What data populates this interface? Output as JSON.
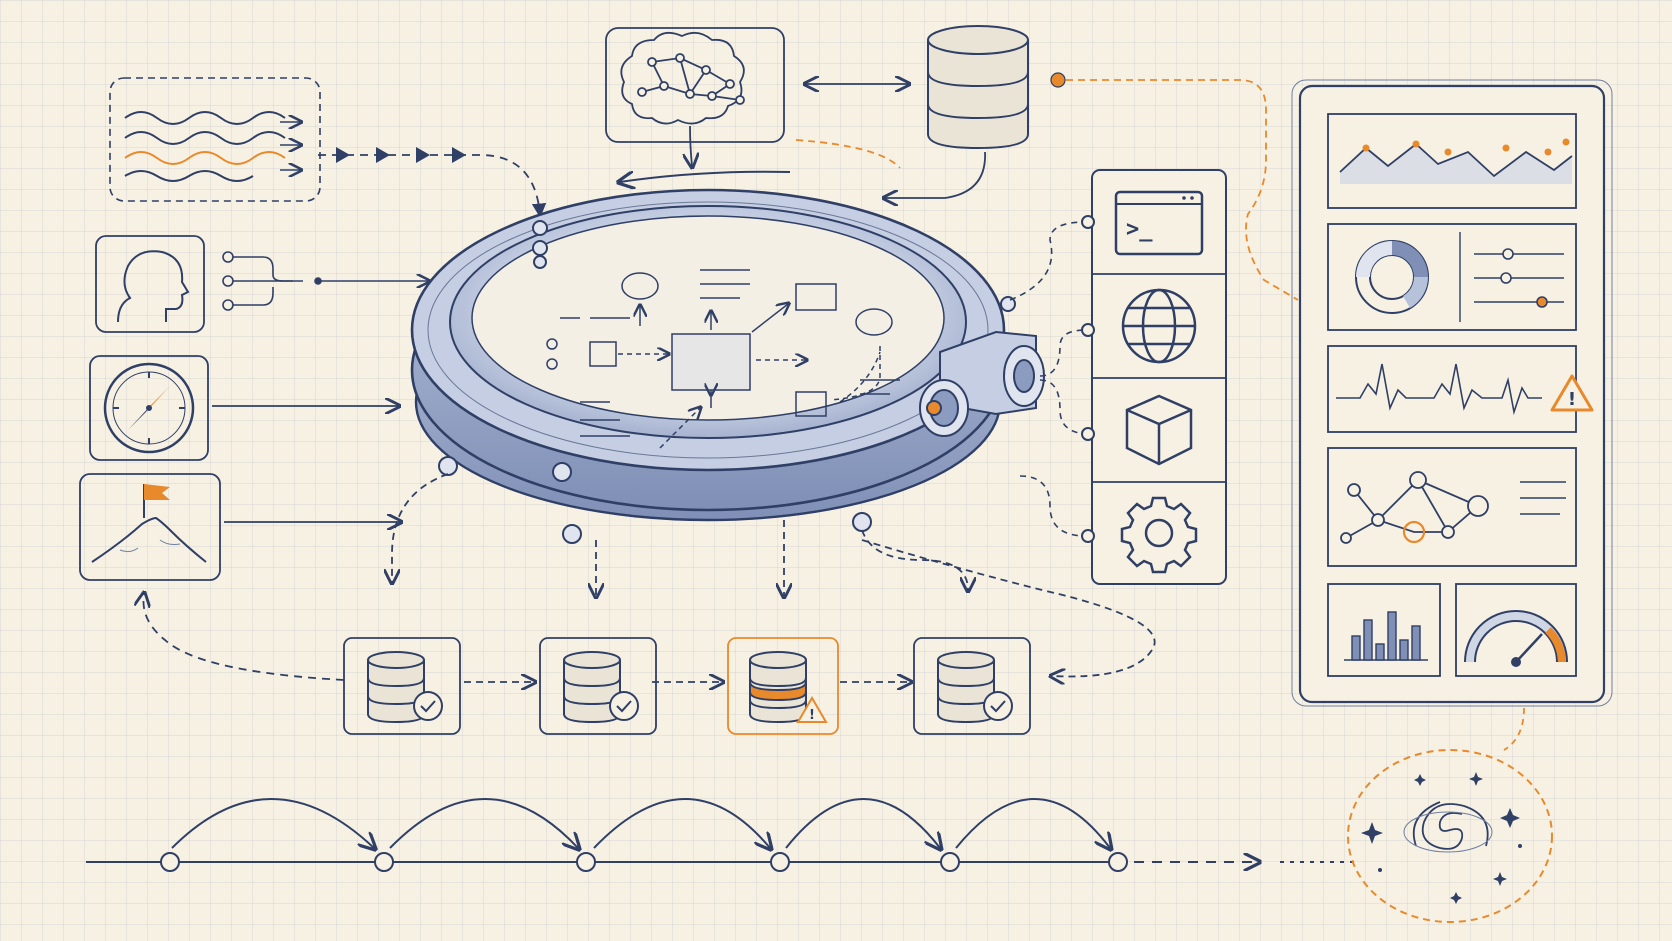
{
  "colors": {
    "ink": "#2f3f66",
    "ink_light": "#6f7fa3",
    "accent": "#e8892b",
    "paper": "#f7f1e3"
  },
  "inputs": [
    {
      "icon": "signal-waves-icon"
    },
    {
      "icon": "human-head-icon"
    },
    {
      "icon": "compass-icon"
    },
    {
      "icon": "mountain-flag-icon"
    }
  ],
  "core": {
    "icon": "ring-reactor",
    "center": "process-graph"
  },
  "top": [
    {
      "icon": "brain-network-icon"
    },
    {
      "icon": "database-icon"
    }
  ],
  "tool_panel": [
    {
      "icon": "terminal-icon",
      "glyph": ">_"
    },
    {
      "icon": "globe-icon"
    },
    {
      "icon": "cube-icon"
    },
    {
      "icon": "gear-icon"
    }
  ],
  "storage_chain": [
    {
      "icon": "database-check-icon",
      "status": "ok"
    },
    {
      "icon": "database-check-icon",
      "status": "ok"
    },
    {
      "icon": "database-warning-icon",
      "status": "warning",
      "warning_glyph": "!"
    },
    {
      "icon": "database-check-icon",
      "status": "ok"
    }
  ],
  "dashboard": [
    {
      "icon": "line-chart-icon"
    },
    {
      "icon": "donut-chart-icon"
    },
    {
      "icon": "slider-controls-icon"
    },
    {
      "icon": "heartbeat-icon"
    },
    {
      "icon": "alert-triangle-icon",
      "glyph": "!"
    },
    {
      "icon": "node-graph-icon"
    },
    {
      "icon": "bar-chart-icon"
    },
    {
      "icon": "gauge-icon"
    }
  ],
  "timeline": {
    "milestones": 6
  },
  "galaxy": {
    "icon": "galaxy-icon"
  }
}
